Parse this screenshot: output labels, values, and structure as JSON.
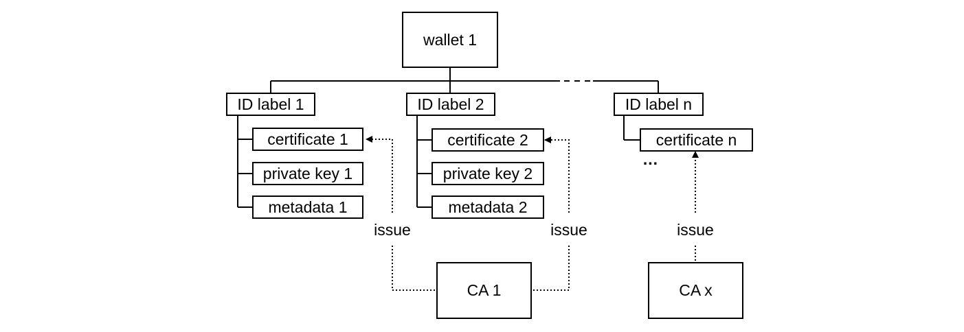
{
  "wallet": {
    "label": "wallet 1"
  },
  "ids": [
    {
      "label": "ID label 1",
      "items": [
        "certificate 1",
        "private key 1",
        "metadata 1"
      ]
    },
    {
      "label": "ID label 2",
      "items": [
        "certificate 2",
        "private key 2",
        "metadata 2"
      ]
    },
    {
      "label": "ID label n",
      "items": [
        "certificate n"
      ],
      "more": "..."
    }
  ],
  "cas": [
    {
      "label": "CA 1"
    },
    {
      "label": "CA x"
    }
  ],
  "edge_labels": {
    "issue": "issue"
  }
}
